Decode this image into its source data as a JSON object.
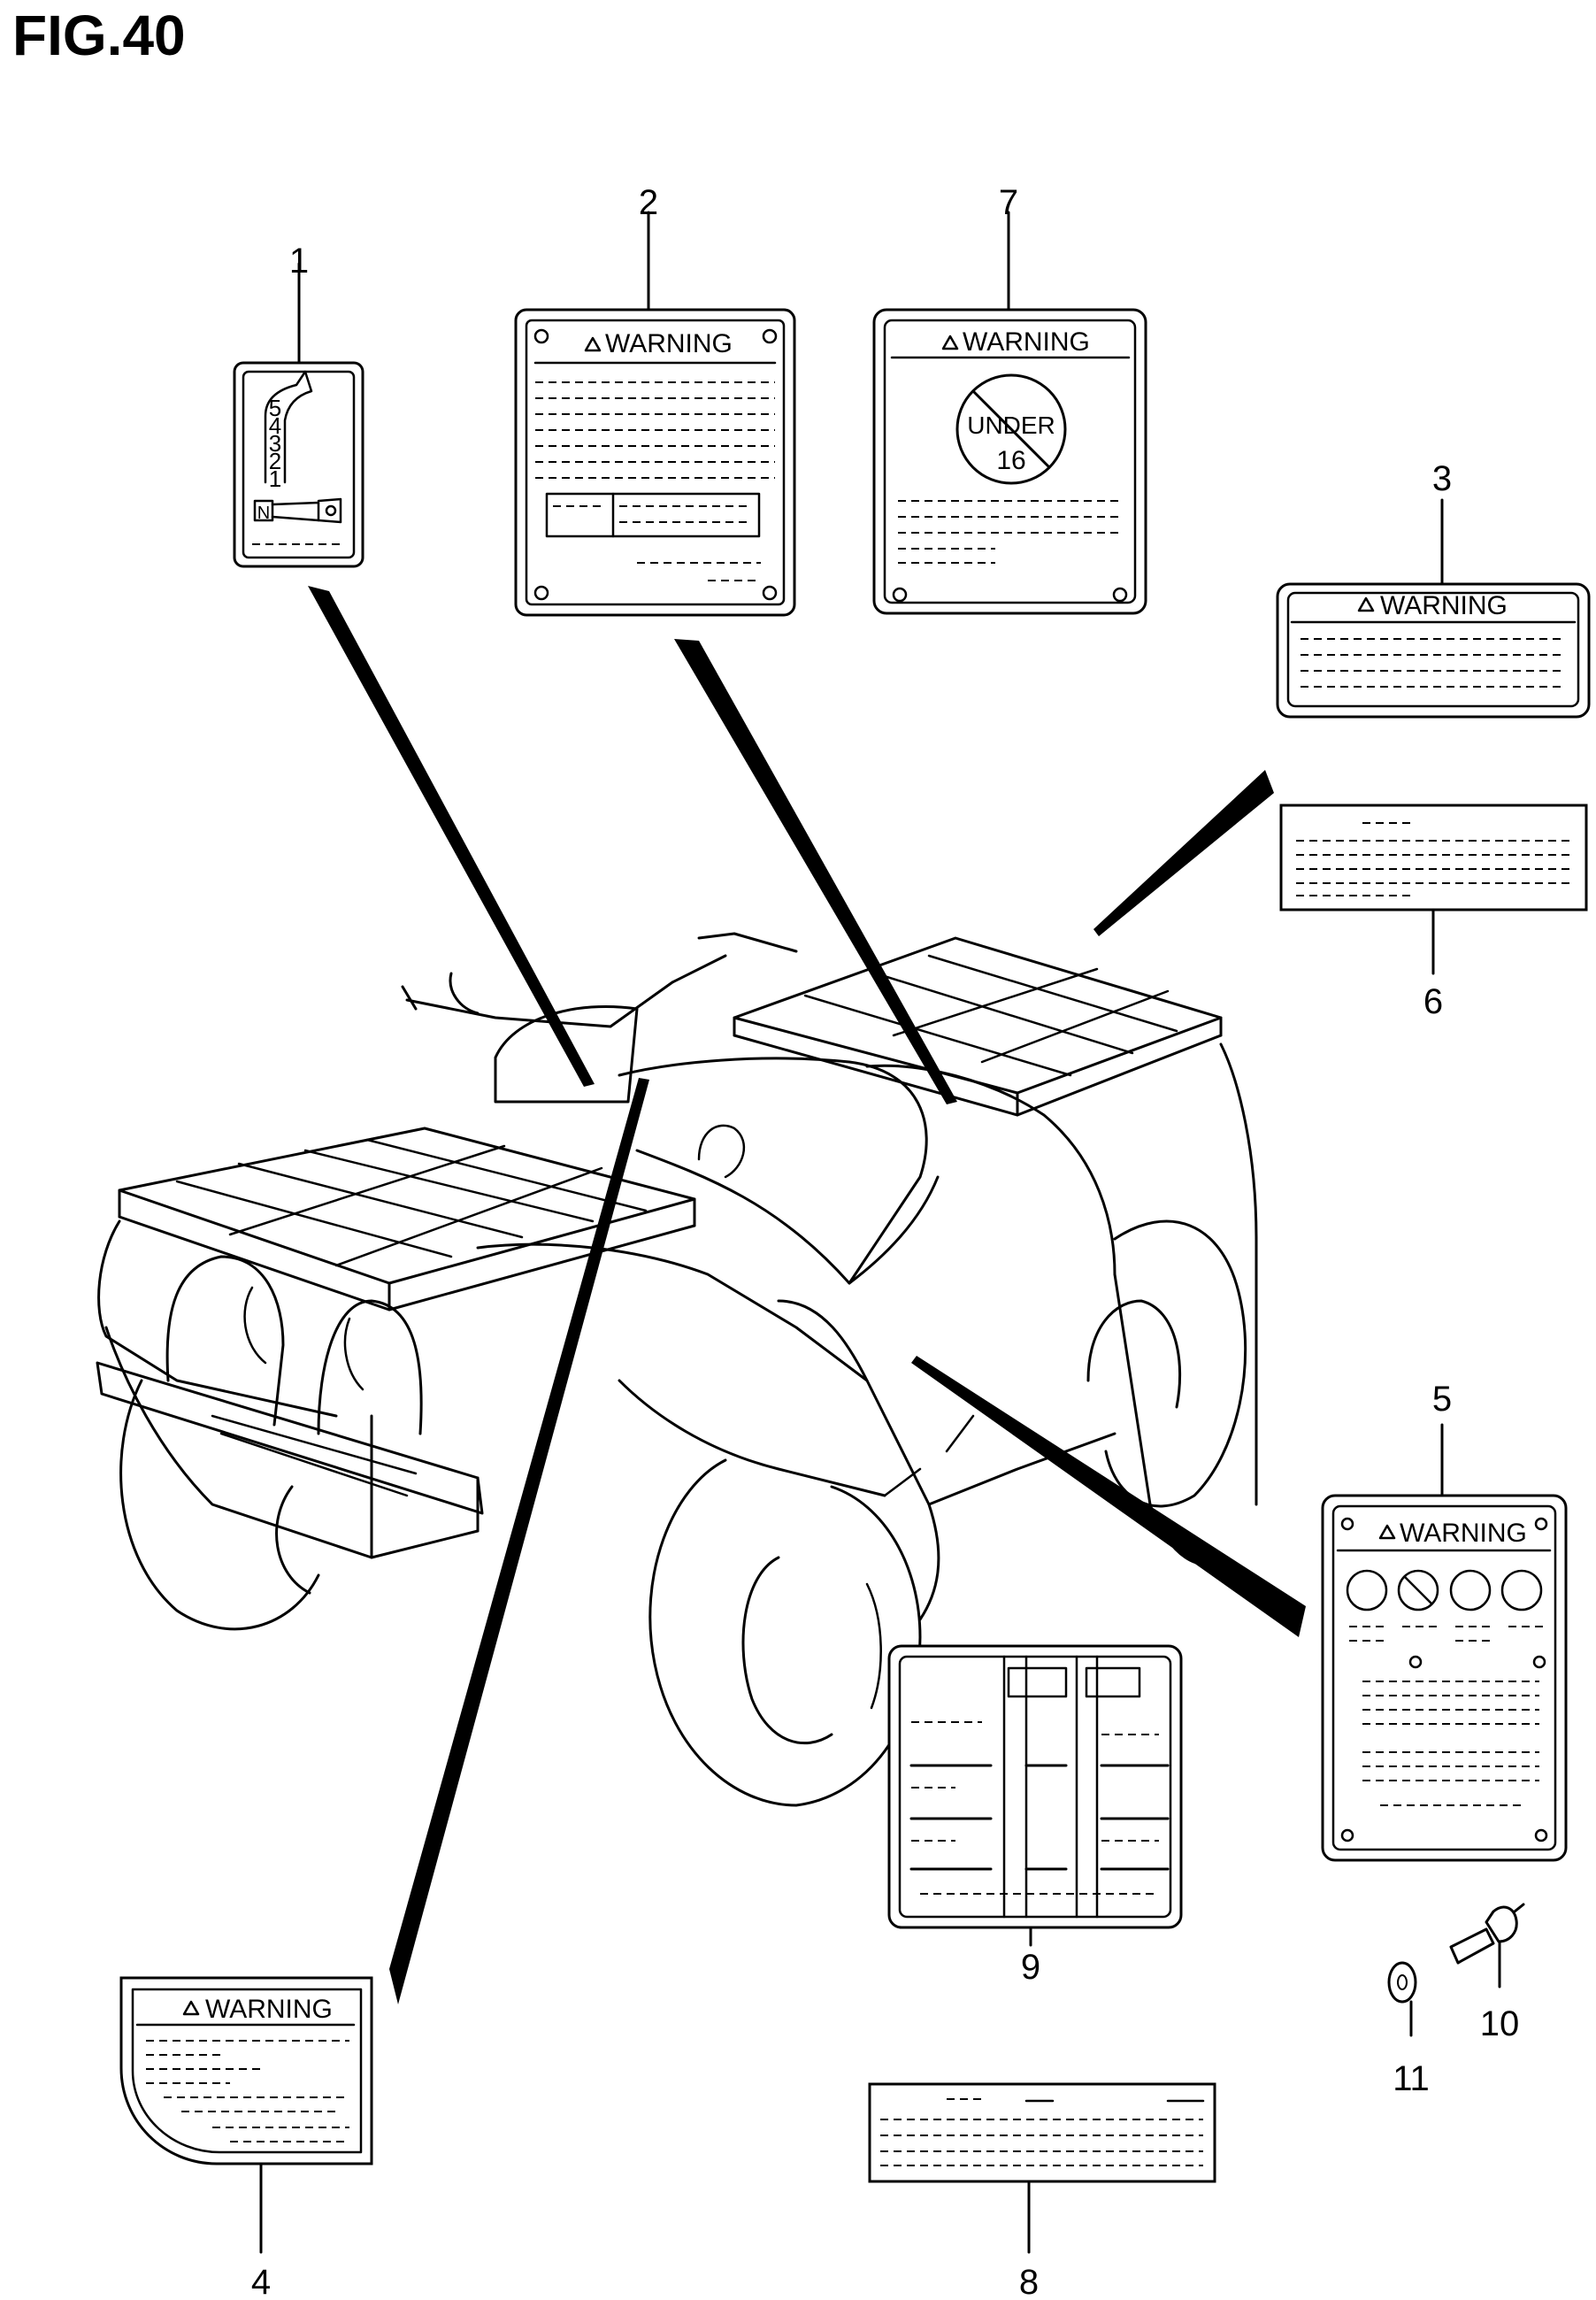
{
  "figure": {
    "title": "FIG.40"
  },
  "callouts": [
    "1",
    "2",
    "3",
    "4",
    "5",
    "6",
    "7",
    "8",
    "9",
    "10",
    "11"
  ],
  "labels": {
    "warning": "WARNING",
    "under": "UNDER",
    "age": "16",
    "gear_n": "N",
    "gear_chars": [
      "5",
      "4",
      "3",
      "2",
      "1"
    ]
  },
  "colors": {
    "ink": "#000000",
    "paper": "#ffffff"
  },
  "icons": [
    "warning-triangle-icon",
    "no-riders-under-16-icon",
    "gear-shift-icon",
    "rivet-icon",
    "washer-icon"
  ]
}
